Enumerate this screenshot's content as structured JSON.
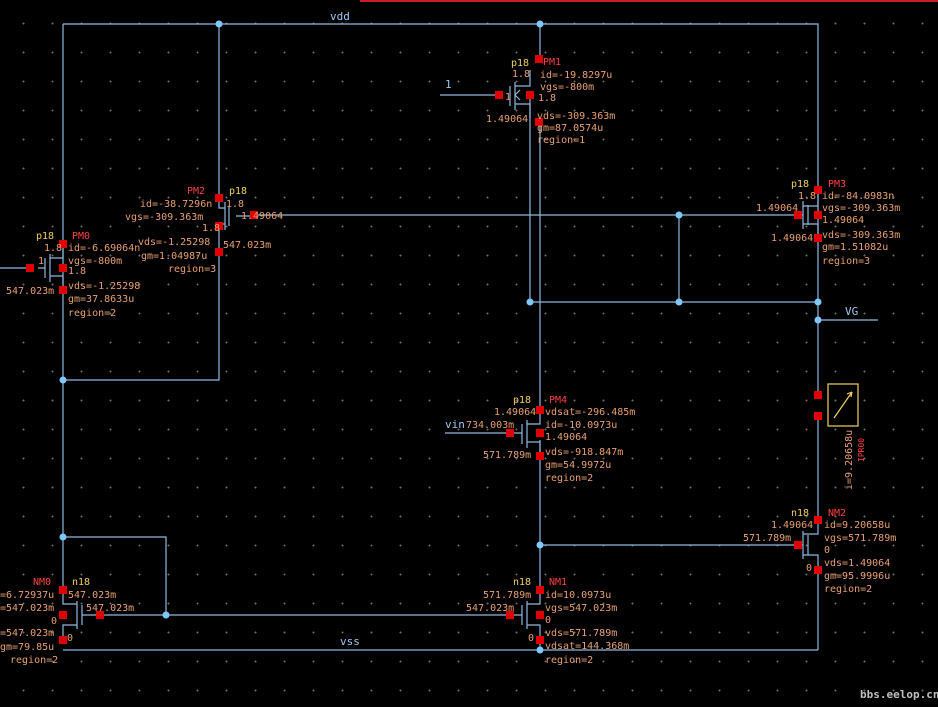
{
  "nets": {
    "vdd": "vdd",
    "vss": "vss",
    "vg": "VG",
    "vin": "vin",
    "one": "1"
  },
  "watermark": "bbs.eelop.cn",
  "devices": {
    "PM1": {
      "name": "PM1",
      "model": "p18",
      "w": "1.8",
      "fingers": "1",
      "bulk": "1.8",
      "lines": [
        "id=-19.8297u",
        "vgs=-800m",
        "vds=-309.363m",
        "gm=87.0574u",
        "region=1"
      ],
      "gate_v": "1",
      "drain_v": "1.49064"
    },
    "PM2": {
      "name": "PM2",
      "model": "p18",
      "w": "1.8",
      "bulk": "1.8",
      "lines": [
        "id=-38.7296n",
        "vgs=-309.363m",
        "vds=-1.25298",
        "gm=1.04987u",
        "region=3"
      ],
      "gate_v": "1.49064",
      "drain_v": "547.023m"
    },
    "PM0": {
      "name": "PM0",
      "model": "p18",
      "w": "1.8",
      "fingers": "1",
      "bulk": "1.8",
      "lines": [
        "id=-6.69064n",
        "vgs=-800m",
        "vds=-1.25298",
        "gm=37.8633u",
        "region=2"
      ],
      "drain_v": "547.023m"
    },
    "PM3": {
      "name": "PM3",
      "model": "p18",
      "w": "1.8",
      "lines": [
        "id=-84.0983n",
        "vgs=-309.363m",
        "vds=-309.363m",
        "gm=1.51082u",
        "region=3"
      ],
      "gate_v": "1.49064",
      "drain_v": "1.49064",
      "bulk_v": "1.49064"
    },
    "PM4": {
      "name": "PM4",
      "model": "p18",
      "bulk_v": "1.49064",
      "lines": [
        "vdsat=-296.485m",
        "id=-10.0973u",
        "vds=-918.847m",
        "gm=54.9972u",
        "region=2"
      ],
      "top_v": "1.49064",
      "gate_v": "734.003m",
      "drain_v": "571.789m"
    },
    "NM2": {
      "name": "NM2",
      "model": "n18",
      "top_v": "1.49064",
      "lines": [
        "id=9.20658u",
        "vgs=571.789m",
        "vds=1.49064",
        "gm=95.9996u",
        "region=2"
      ],
      "gate_v": "571.789m",
      "src_v": "0",
      "bulk_v": "0"
    },
    "NM1": {
      "name": "NM1",
      "model": "n18",
      "top_v": "571.789m",
      "lines": [
        "id=10.0973u",
        "vgs=547.023m",
        "vds=571.789m",
        "vdsat=144.368m",
        "region=2"
      ],
      "gate_v": "547.023m",
      "src_v": "0",
      "bulk_v": "0"
    },
    "NM0": {
      "name": "NM0",
      "model": "n18",
      "top_v": "547.023m",
      "lines": [
        "=6.72937u",
        "=547.023m",
        "=547.023m",
        "gm=79.85u",
        "region=2"
      ],
      "gate_v": "547.023m",
      "src_v": "0",
      "bulk_v": "0"
    },
    "VSRC": {
      "value": "i=9.20658u",
      "name": "IPR00"
    }
  }
}
